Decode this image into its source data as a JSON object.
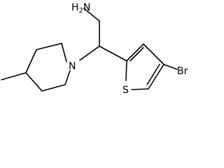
{
  "molecule": {
    "atoms": {
      "amine": {
        "symbol": "H",
        "subscript": "2",
        "suffix": "N"
      },
      "piperidine_nitrogen": {
        "symbol": "N"
      },
      "thiophene_sulfur": {
        "symbol": "S"
      },
      "bromine": {
        "symbol": "Br"
      }
    }
  },
  "colors": {
    "background": "#ffffff",
    "bond": "#000000",
    "label": "#000000"
  }
}
